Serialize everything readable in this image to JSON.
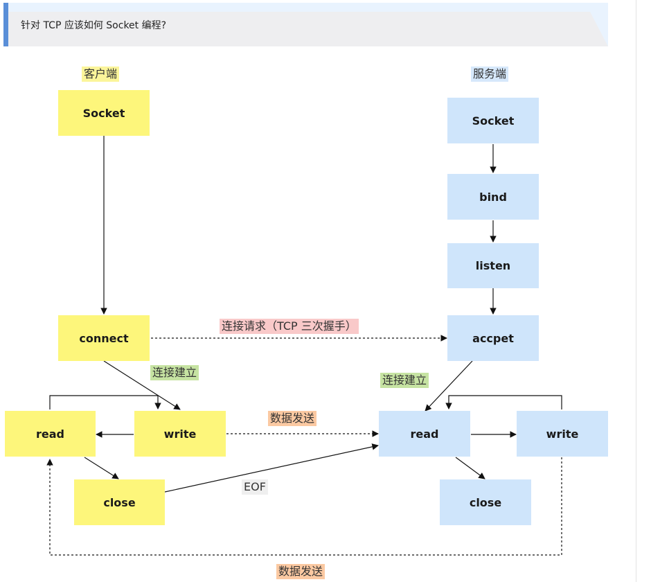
{
  "heading": {
    "title": "针对 TCP 应该如何 Socket 编程?"
  },
  "client": {
    "label": "客户端",
    "socket": "Socket",
    "connect": "connect",
    "read": "read",
    "write": "write",
    "close": "close"
  },
  "server": {
    "label": "服务端",
    "socket": "Socket",
    "bind": "bind",
    "listen": "listen",
    "accept": "accpet",
    "read": "read",
    "write": "write",
    "close": "close"
  },
  "edges": {
    "connect_request": "连接请求（TCP 三次握手）",
    "client_established": "连接建立",
    "server_established": "连接建立",
    "send_data": "数据发送",
    "eof": "EOF",
    "send_data_back": "数据发送"
  },
  "colors": {
    "client_node": "#fdf67b",
    "server_node": "#cfe5fb",
    "request_label": "#f9c9c9",
    "established_label": "#c6e3a2",
    "data_label": "#fbc9a2"
  }
}
